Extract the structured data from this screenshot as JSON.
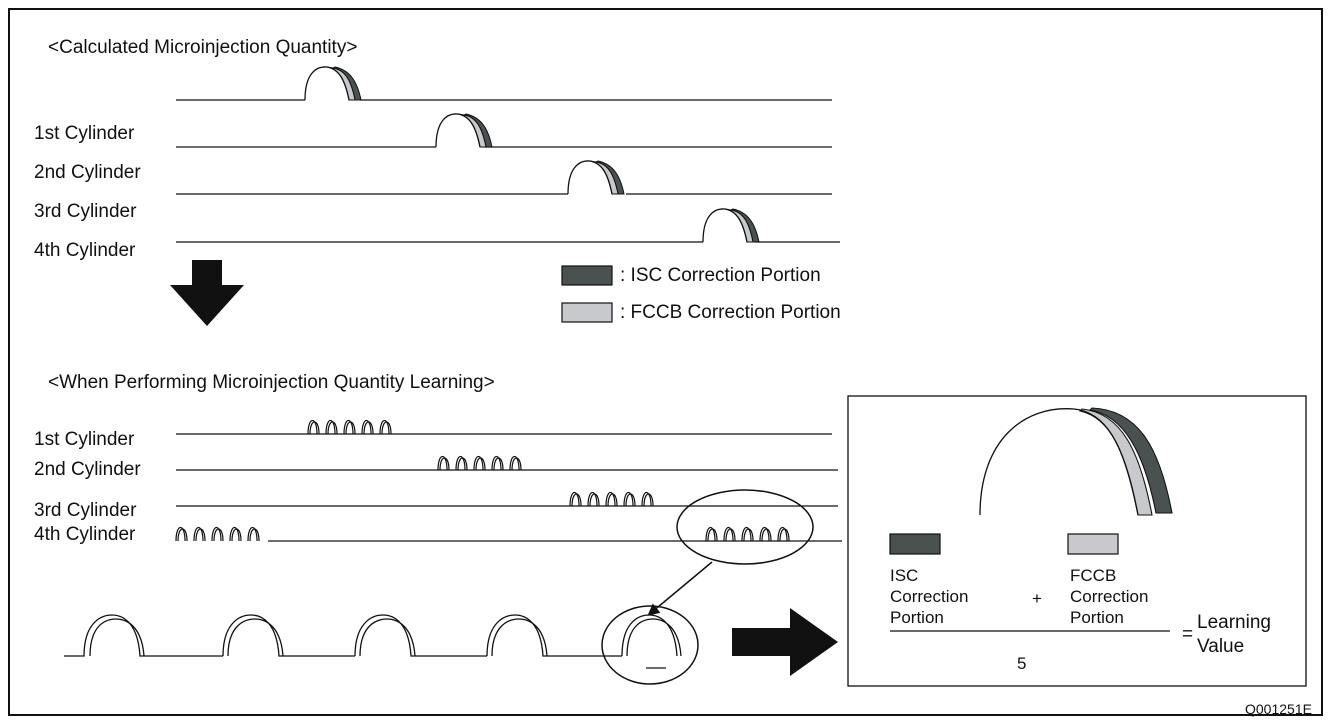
{
  "section_top": {
    "title": "<Calculated Microinjection Quantity>",
    "cylinders": [
      "1st Cylinder",
      "2nd Cylinder",
      "3rd Cylinder",
      "4th Cylinder"
    ]
  },
  "legend": {
    "isc": {
      "label": ": ISC Correction Portion",
      "color": "#4a5151"
    },
    "fccb": {
      "label": ": FCCB Correction Portion",
      "color": "#c8c9cd"
    }
  },
  "section_bottom": {
    "title": "<When Performing Microinjection Quantity Learning>",
    "cylinders": [
      "1st Cylinder",
      "2nd Cylinder",
      "3rd Cylinder",
      "4th Cylinder"
    ]
  },
  "formula": {
    "isc_lines": [
      "ISC",
      "Correction",
      "Portion"
    ],
    "plus": "+",
    "fccb_lines": [
      "FCCB",
      "Correction",
      "Portion"
    ],
    "equals": "=",
    "result_lines": [
      "Learning",
      "Value"
    ],
    "denominator": "5"
  },
  "figure_code": "Q001251E"
}
